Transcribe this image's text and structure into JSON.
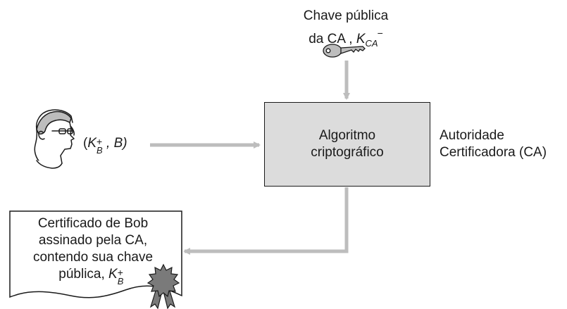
{
  "ca_public_key": {
    "line1": "Chave pública",
    "line2_prefix": "da CA ,",
    "symbol": "K",
    "subscript": "CA",
    "superscript": "−"
  },
  "bob_input": {
    "open": "(",
    "symbol": "K",
    "subscript": "B",
    "superscript": "+",
    "rest": ", B)"
  },
  "algorithm_box": {
    "line1": "Algoritmo",
    "line2": "criptográfico"
  },
  "authority_label": {
    "line1": "Autoridade",
    "line2": "Certificadora (CA)"
  },
  "certificate": {
    "line1": "Certificado de Bob",
    "line2": "assinado pela CA,",
    "line3": "contendo sua chave",
    "line4_prefix": "pública,",
    "symbol": "K",
    "subscript": "B",
    "superscript": "+"
  },
  "colors": {
    "arrow": "#bdbdbd",
    "box_fill": "#dcdcdc",
    "key": "#bdbdbd",
    "seal": "#7a7a7a",
    "outline": "#1a1a1a"
  }
}
